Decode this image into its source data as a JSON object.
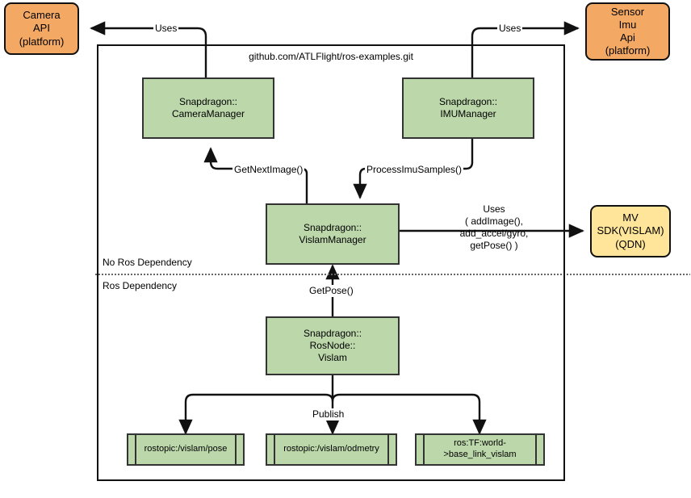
{
  "diagram": {
    "title": "Snapdragon ROS VISLAM architecture",
    "repo_label": "github.com/ATLFlight/ros-examples.git",
    "colors": {
      "process_fill": "#bcd8ab",
      "platform_fill": "#f3a964",
      "sdk_fill": "#ffe599",
      "stroke": "#333333",
      "background": "#ffffff"
    },
    "platform_nodes": [
      {
        "id": "camera-api",
        "label": "Camera\nAPI\n(platform)"
      },
      {
        "id": "sensor-imu-api",
        "label": "Sensor\nImu\nApi\n(platform)"
      }
    ],
    "sdk_nodes": [
      {
        "id": "mv-sdk",
        "label": "MV\nSDK(VISLAM)\n(QDN)"
      }
    ],
    "process_nodes": [
      {
        "id": "camera-manager",
        "label": "Snapdragon::\nCameraManager"
      },
      {
        "id": "imu-manager",
        "label": "Snapdragon::\nIMUManager"
      },
      {
        "id": "vislam-manager",
        "label": "Snapdragon::\nVislamManager"
      },
      {
        "id": "ros-node-vislam",
        "label": "Snapdragon::\nRosNode::\nVislam"
      }
    ],
    "topic_nodes": [
      {
        "id": "topic-vislam-pose",
        "label": "rostopic:/vislam/pose"
      },
      {
        "id": "topic-vislam-odometry",
        "label": "rostopic:/vislam/odmetry"
      },
      {
        "id": "topic-tf-world",
        "label": "ros:TF:world-\n>base_link_vislam"
      }
    ],
    "zone_labels": [
      {
        "id": "no-ros-dependency",
        "label": "No Ros Dependency"
      },
      {
        "id": "ros-dependency",
        "label": "Ros Dependency"
      }
    ],
    "edge_labels": [
      {
        "id": "uses-camera",
        "label": "Uses"
      },
      {
        "id": "uses-imu",
        "label": "Uses"
      },
      {
        "id": "get-next-image",
        "label": "GetNextImage()"
      },
      {
        "id": "process-imu-samples",
        "label": "ProcessImuSamples()"
      },
      {
        "id": "uses-mv-sdk",
        "label": "Uses\n( addImage(),\nadd_accel/gyro,\ngetPose() )"
      },
      {
        "id": "get-pose",
        "label": "GetPose()"
      },
      {
        "id": "publish",
        "label": "Publish"
      }
    ]
  }
}
